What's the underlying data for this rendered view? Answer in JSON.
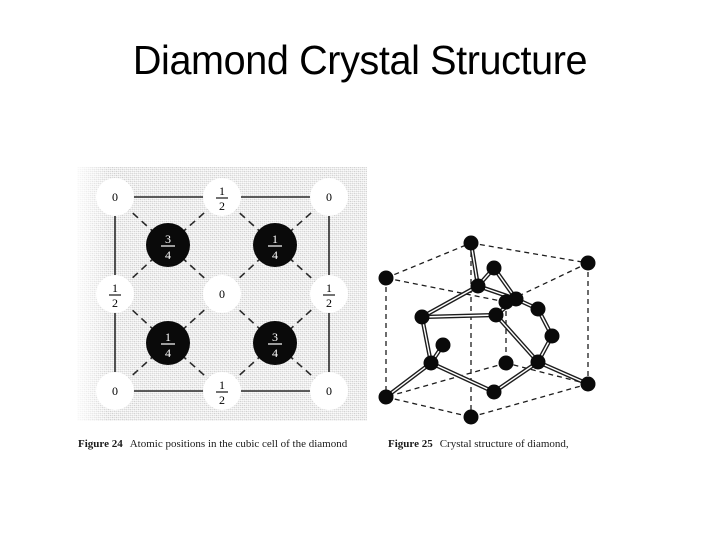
{
  "slide": {
    "title": "Diamond Crystal Structure",
    "background_color": "#ffffff"
  },
  "figures": [
    {
      "id": "figure-24",
      "caption_label": "Figure 24",
      "caption_text": "Atomic positions in the cubic cell of the diamond",
      "panel_background_color": "#e4e4e4",
      "description": "Atomic positions in the cubic cell of the diamond structure projected on a cube face",
      "open_circle_fill": "#ffffff",
      "open_circle_text_color": "#000000",
      "solid_circle_fill": "#000000",
      "solid_circle_text_color": "#ffffff",
      "atoms": [
        {
          "label": "0",
          "fraction": false,
          "numerator": "0",
          "denominator": "",
          "filled": false,
          "col": 0,
          "row": 0
        },
        {
          "label": "1/2",
          "fraction": true,
          "numerator": "1",
          "denominator": "2",
          "filled": false,
          "col": 1,
          "row": 0
        },
        {
          "label": "0",
          "fraction": false,
          "numerator": "0",
          "denominator": "",
          "filled": false,
          "col": 2,
          "row": 0
        },
        {
          "label": "1/2",
          "fraction": true,
          "numerator": "1",
          "denominator": "2",
          "filled": false,
          "col": 0,
          "row": 1
        },
        {
          "label": "0",
          "fraction": false,
          "numerator": "0",
          "denominator": "",
          "filled": false,
          "col": 1,
          "row": 1
        },
        {
          "label": "1/2",
          "fraction": true,
          "numerator": "1",
          "denominator": "2",
          "filled": false,
          "col": 2,
          "row": 1
        },
        {
          "label": "0",
          "fraction": false,
          "numerator": "0",
          "denominator": "",
          "filled": false,
          "col": 0,
          "row": 2
        },
        {
          "label": "1/2",
          "fraction": true,
          "numerator": "1",
          "denominator": "2",
          "filled": false,
          "col": 1,
          "row": 2
        },
        {
          "label": "0",
          "fraction": false,
          "numerator": "0",
          "denominator": "",
          "filled": false,
          "col": 2,
          "row": 2
        },
        {
          "label": "3/4",
          "fraction": true,
          "numerator": "3",
          "denominator": "4",
          "filled": true,
          "col": 0.5,
          "row": 0.5
        },
        {
          "label": "1/4",
          "fraction": true,
          "numerator": "1",
          "denominator": "4",
          "filled": true,
          "col": 1.5,
          "row": 0.5
        },
        {
          "label": "1/4",
          "fraction": true,
          "numerator": "1",
          "denominator": "4",
          "filled": true,
          "col": 0.5,
          "row": 1.5
        },
        {
          "label": "3/4",
          "fraction": true,
          "numerator": "3",
          "denominator": "4",
          "filled": true,
          "col": 1.5,
          "row": 1.5
        }
      ]
    },
    {
      "id": "figure-25",
      "caption_label": "Figure 25",
      "caption_text": "Crystal structure of diamond,",
      "description": "Tetrahedral bonding network of carbon atoms inside a dashed cubic unit cell",
      "atom_fill": "#000000",
      "cell_edge_style": "dashed",
      "bond_style": "solid double line"
    }
  ]
}
